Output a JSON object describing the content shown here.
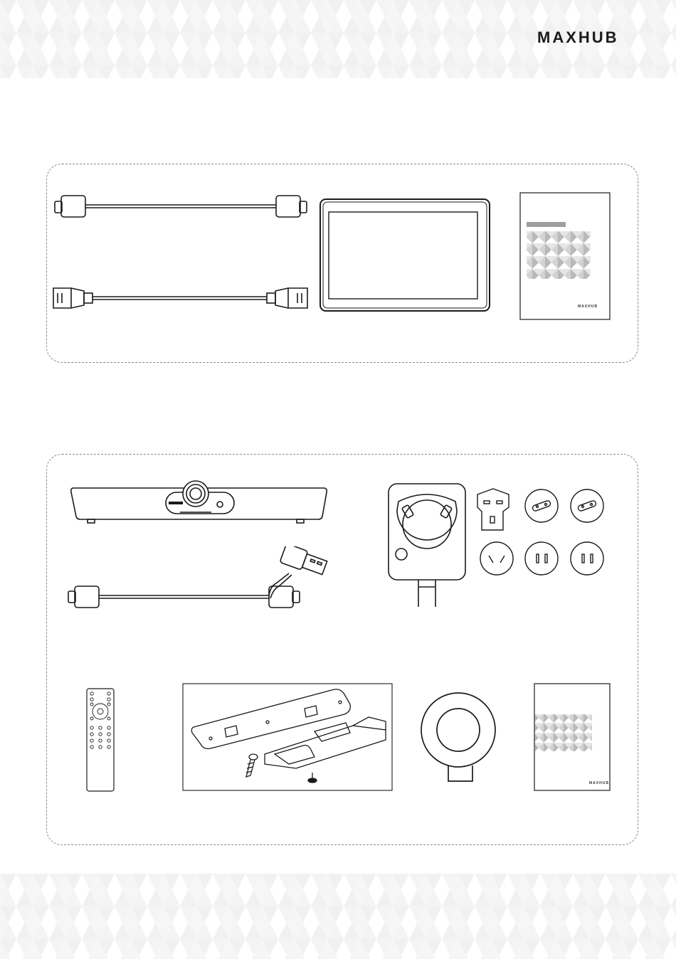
{
  "brand": {
    "logo_text": "MAXHUB"
  },
  "booklets": {
    "quick_guide_logo": "MAXHUB",
    "warranty_card_logo": "MAXHUB"
  },
  "colors": {
    "line": "#1a1a1a",
    "pattern": "#f0f0f0",
    "booklet_pattern": "#b9b9b9",
    "dash": "#8a8a8a"
  },
  "icons": {
    "usb_c_cable": "usb-c-cable-icon",
    "hdmi_cable": "hdmi-cable-icon",
    "touch_panel": "touch-panel-icon",
    "quick_guide": "booklet-icon",
    "video_bar": "video-bar-icon",
    "y_cable": "usb-y-cable-icon",
    "power_adapter": "power-adapter-icon",
    "plug_heads": "plug-adapter-icon",
    "remote": "remote-control-icon",
    "wall_mount": "wall-mount-kit-icon",
    "magnetic_ring": "magnetic-ring-icon",
    "warranty": "booklet-icon"
  }
}
